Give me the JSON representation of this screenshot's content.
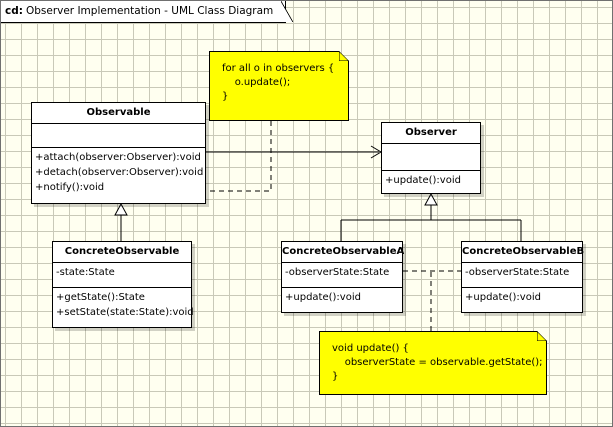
{
  "frame": {
    "kind": "cd:",
    "title": "Observer Implementation - UML Class Diagram"
  },
  "classes": {
    "observable": {
      "name": "Observable",
      "attributes": [],
      "operations": [
        "+attach(observer:Observer):void",
        "+detach(observer:Observer):void",
        "+notify():void"
      ]
    },
    "observer": {
      "name": "Observer",
      "attributes": [],
      "operations": [
        "+update():void"
      ]
    },
    "concrete_observable": {
      "name": "ConcreteObservable",
      "attributes": [
        "-state:State"
      ],
      "operations": [
        "+getState():State",
        "+setState(state:State):void"
      ]
    },
    "concrete_observer_a": {
      "name": "ConcreteObservableA",
      "attributes": [
        "-observerState:State"
      ],
      "operations": [
        "+update():void"
      ]
    },
    "concrete_observer_b": {
      "name": "ConcreteObservableB",
      "attributes": [
        "-observerState:State"
      ],
      "operations": [
        "+update():void"
      ]
    }
  },
  "notes": {
    "notify_note": {
      "lines": [
        "for all o in observers {",
        "    o.update();",
        "}"
      ]
    },
    "update_note": {
      "lines": [
        "void update() {",
        "    observerState = observable.getState();",
        "}"
      ]
    }
  },
  "colors": {
    "note_fill": "#ffff00",
    "canvas": "#fffff0",
    "grid": "#c9c9b8"
  }
}
